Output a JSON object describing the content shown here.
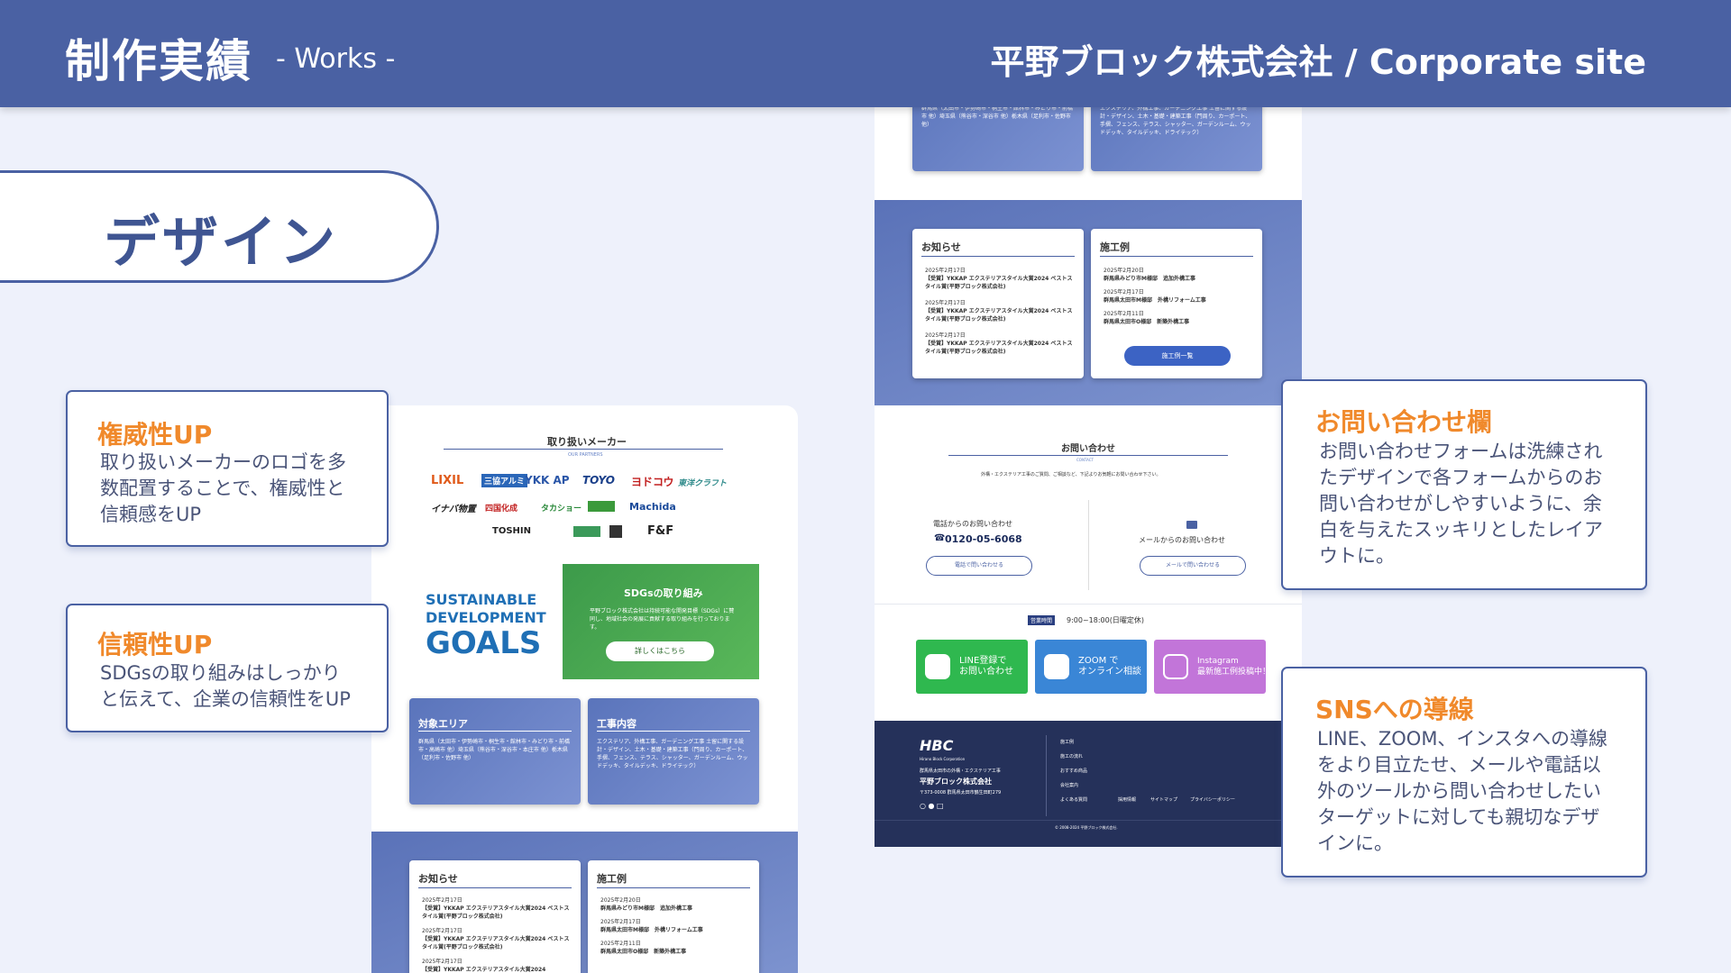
{
  "header": {
    "title": "制作実績",
    "subtitle": "- Works -",
    "corporate": "平野ブロック株式会社 / Corporate site"
  },
  "section_label": "デザイン",
  "callouts": [
    {
      "title": "権威性UP",
      "body": [
        "取り扱いメーカーのロゴを多",
        "数配置することで、権威性と",
        "信頼感をUP"
      ]
    },
    {
      "title": "信頼性UP",
      "body": [
        "SDGsの取り組みはしっかり",
        "と伝えて、企業の信頼性をUP"
      ]
    },
    {
      "title": "お問い合わせ欄",
      "body": [
        "お問い合わせフォームは洗練され",
        "たデザインで各フォームからのお",
        "問い合わせがしやすいように、余",
        "白を与えたスッキリとしたレイア",
        "ウトに。"
      ]
    },
    {
      "title": "SNSへの導線",
      "body": [
        "LINE、ZOOM、インスタへの導線",
        "をより目立たせ、メールや電話以",
        "外のツールから問い合わせしたい",
        "ターゲットに対しても親切なデザ",
        "インに。"
      ]
    }
  ],
  "left_shot": {
    "makers_title": "取り扱いメーカー",
    "makers_sub": "OUR PARTNERS",
    "logos": [
      "LIXIL",
      "三協アルミ",
      "YKK AP",
      "TOYO",
      "ヨドコウ",
      "東洋クラフト",
      "イナバ物置",
      "四国化成",
      "タカショー",
      "Machida",
      "TOSHIN",
      "F&F"
    ],
    "sdgs_logo": [
      "SUSTAINABLE",
      "DEVELOPMENT",
      "GOALS"
    ],
    "sdgs_card_title": "SDGsの取り組み",
    "sdgs_card_text": "平野ブロック株式会社は持続可能な開発目標（SDGs）に賛同し、地域社会の発展に貢献する取り組みを行っております。",
    "sdgs_button": "詳しくはこちら",
    "area_title": "対象エリア",
    "area_text": "群馬県（太田市・伊勢崎市・桐生市・館林市・みどり市・前橋市・高崎市 他）埼玉県（熊谷市・深谷市・本庄市 他）栃木県（足利市・佐野市 他）",
    "work_title": "工事内容",
    "work_text": "エクステリア、外構工事、ガーデニング工事 土留に関する設計・デザイン、土木・基礎・建築工事（門周り、カーポート、手摺、フェンス、テラス、シャッター、ガーデンルーム、ウッドデッキ、タイルデッキ、ドライテック）",
    "news_title": "お知らせ",
    "news_items": [
      {
        "date": "2025年2月17日",
        "text": "【受賞】YKKAP エクステリアスタイル大賞2024 ベストスタイル賞(平野ブロック株式会社)"
      },
      {
        "date": "2025年2月17日",
        "text": "【受賞】YKKAP エクステリアスタイル大賞2024 ベストスタイル賞(平野ブロック株式会社)"
      },
      {
        "date": "2025年2月17日",
        "text": "【受賞】YKKAP エクステリアスタイル大賞2024"
      }
    ],
    "cases_title": "施工例",
    "cases": [
      {
        "date": "2025年2月20日",
        "text": "群馬県みどり市M様邸　追加外構工事"
      },
      {
        "date": "2025年2月17日",
        "text": "群馬県太田市M様邸　外構リフォーム工事"
      },
      {
        "date": "2025年2月11日",
        "text": "群馬県太田市O様邸　新築外構工事"
      }
    ]
  },
  "right_shot": {
    "area_text": "群馬県（太田市・伊勢崎市・桐生市・館林市・みどり市・前橋市 他）埼玉県（熊谷市・深谷市 他）栃木県（足利市・佐野市 他）",
    "work_text": "エクステリア、外構工事、ガーデニング工事 土留に関する設計・デザイン、土木・基礎・建築工事（門周り、カーポート、手摺、フェンス、テラス、シャッター、ガーデンルーム、ウッドデッキ、タイルデッキ、ドライテック）",
    "news_title": "お知らせ",
    "news_items": [
      {
        "date": "2025年2月17日",
        "text": "【受賞】YKKAP エクステリアスタイル大賞2024 ベストスタイル賞(平野ブロック株式会社)"
      },
      {
        "date": "2025年2月17日",
        "text": "【受賞】YKKAP エクステリアスタイル大賞2024 ベストスタイル賞(平野ブロック株式会社)"
      },
      {
        "date": "2025年2月17日",
        "text": "【受賞】YKKAP エクステリアスタイル大賞2024 ベストスタイル賞(平野ブロック株式会社)"
      }
    ],
    "cases_title": "施工例",
    "cases": [
      {
        "date": "2025年2月20日",
        "text": "群馬県みどり市M様邸　追加外構工事"
      },
      {
        "date": "2025年2月17日",
        "text": "群馬県太田市M様邸　外構リフォーム工事"
      },
      {
        "date": "2025年2月11日",
        "text": "群馬県太田市O様邸　新築外構工事"
      }
    ],
    "cases_button": "施工例一覧",
    "contact_title": "お問い合わせ",
    "contact_sub": "CONTACT",
    "contact_desc": "外構・エクステリア工事のご質問、ご相談など、下記よりお気軽にお問い合わせ下さい。",
    "phone_label": "電話からのお問い合わせ",
    "phone_number": "0120-05-6068",
    "phone_button": "電話で問い合わせる",
    "mail_label": "メールからのお問い合わせ",
    "mail_button": "メールで問い合わせる",
    "hours_badge": "営業時間",
    "hours_text": "9:00~18:00(日曜定休)",
    "sns": [
      {
        "label": "LINE登録で\nお問い合わせ",
        "color": "#2fb84f"
      },
      {
        "label": "ZOOM で\nオンライン相談",
        "color": "#3a86d6"
      },
      {
        "label": "Instagram\n最新施工例投稿中！",
        "color": "#c275d9"
      }
    ],
    "footer_logo": "HBC",
    "footer_logo_sub": "Hirano Block Corporation",
    "footer_desc": "群馬県太田市の外構・エクステリア工事",
    "footer_company": "平野ブロック株式会社",
    "footer_address": "〒373-0008 群馬県太田市鶴生田町279",
    "footer_links": [
      "施工例",
      "施工の流れ",
      "おすすめ商品",
      "会社案内",
      "よくある質問",
      "採用情報",
      "サイトマップ",
      "プライバシーポリシー"
    ],
    "copyright": "© 2008-2024 平野ブロック株式会社."
  }
}
